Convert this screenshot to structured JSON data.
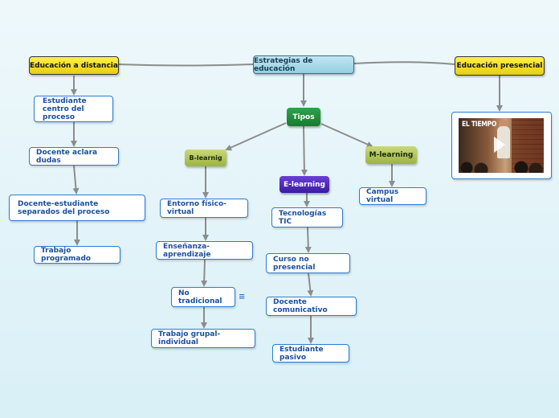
{
  "map": {
    "central": "Estrategias de educación",
    "left_branch": {
      "title": "Educación a distancia",
      "items": [
        "Estudiante centro del proceso",
        "Docente aclara dudas",
        "Docente-estudiante separados del proceso",
        "Trabajo programado"
      ]
    },
    "right_branch": {
      "title": "Educación presencial",
      "media_logo": "EL TIEMPO"
    },
    "types": {
      "title": "Tipos",
      "b_learning": {
        "title": "B-learnig",
        "items": [
          "Entorno físico-virtual",
          "Enseñanza-aprendizaje",
          "No tradicional",
          "Trabajo grupal-individual"
        ]
      },
      "e_learning": {
        "title": "E-learning",
        "items": [
          "Tecnologías TIC",
          "Curso no presencial",
          "Docente comunicativo",
          "Estudiante pasivo"
        ]
      },
      "m_learning": {
        "title": "M-learning",
        "items": [
          "Campus virtual"
        ]
      }
    },
    "note_icon": "≡"
  },
  "colors": {
    "background": "#d9f0f7",
    "connector": "#8c8c8c",
    "yellow_node": "#f5e526",
    "central_node": "#a8dbe9",
    "tipos_node": "#228b3c",
    "olive_node": "#b4c85e",
    "e_learning_node": "#4a27b5",
    "white_node_border": "#2d7bd0",
    "node_text": "#1a4f9c"
  }
}
